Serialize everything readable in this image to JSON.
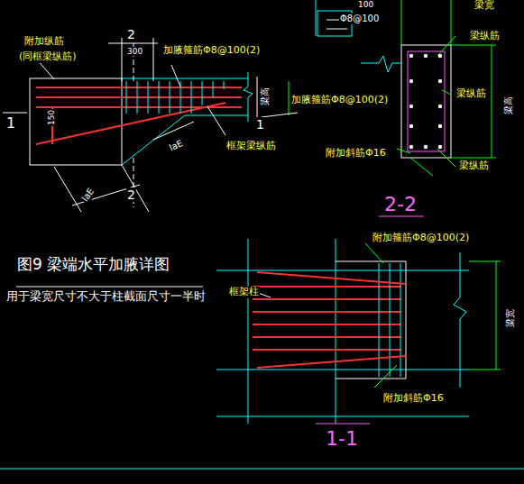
{
  "diagram": {
    "title": "图9  梁端水平加腋详图",
    "caption": "用于梁宽尺寸不大于柱截面尺寸一半时",
    "labels": [
      "附加纵筋",
      "(同框梁纵筋)",
      "2",
      "300",
      "加腋箍筋Φ8@100(2)",
      "梁高",
      "1",
      "加腋箍筋Φ8@100(2)",
      "框架梁纵筋",
      "150",
      "laE",
      "laE",
      "2",
      "1",
      "Φ8@100",
      "100",
      "梁宽",
      "梁纵筋",
      "梁纵筋",
      "梁高",
      "附加斜筋Φ16",
      "梁纵筋",
      "2-2",
      "附加箍筋Φ8@100(2)",
      "框架柱",
      "梁宽",
      "附加斜筋Φ16",
      "1-1"
    ]
  }
}
